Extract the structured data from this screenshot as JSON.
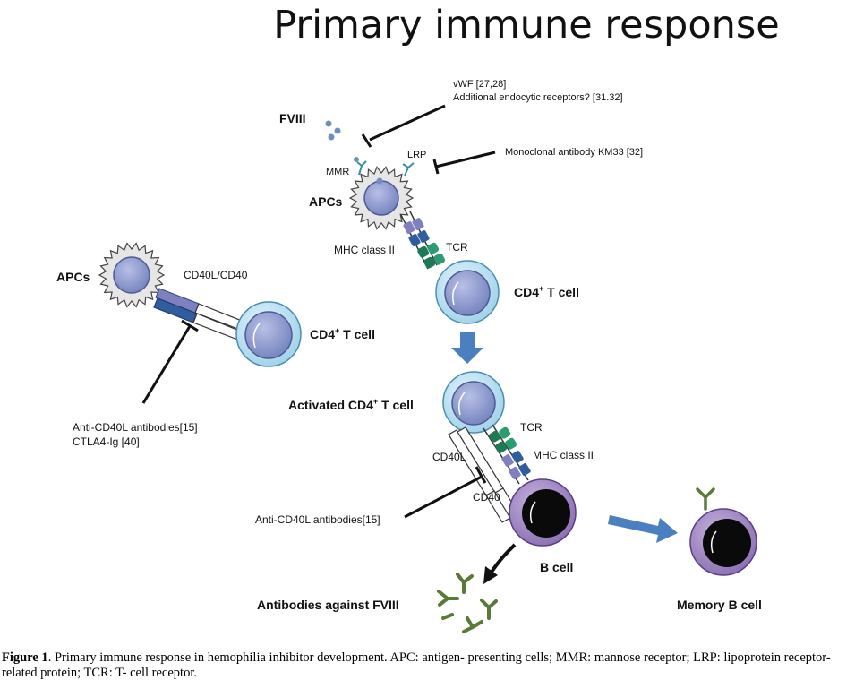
{
  "title": "Primary immune response",
  "labels": {
    "fviii": "FVIII",
    "vwf": "vWF [27,28]",
    "endocytic": "Additional endocytic receptors? [31.32]",
    "lrp": "LRP",
    "mmr": "MMR",
    "km33": "Monoclonal antibody KM33 [32]",
    "apcs_top": "APCs",
    "mhc_top": "MHC class II",
    "tcr_top": "TCR",
    "cd4_top_main": "CD4",
    "cd4_top_sup": "+",
    "cd4_top_rest": " T cell",
    "apcs_left": "APCs",
    "cd40l_cd40": "CD40L/CD40",
    "cd4_left_main": "CD4",
    "cd4_left_sup": "+",
    "cd4_left_rest": " T cell",
    "anti_cd40l_left": "Anti-CD40L antibodies[15]",
    "ctla4": "CTLA4-Ig [40]",
    "activated_main": "Activated CD4",
    "activated_sup": "+",
    "activated_rest": " T cell",
    "tcr_bottom": "TCR",
    "cd40l": "CD40L",
    "mhc_bottom": "MHC class II",
    "cd40": "CD40",
    "anti_cd40l_bottom": "Anti-CD40L antibodies[15]",
    "b_cell": "B cell",
    "memory_b": "Memory B cell",
    "antibodies": "Antibodies against FVIII"
  },
  "caption": {
    "figure": "Figure 1",
    "text": ". Primary immune response in hemophilia inhibitor development. APC: antigen- presenting cells; MMR: mannose receptor; LRP: lipoprotein receptor-related protein; TCR: T- cell receptor."
  },
  "colors": {
    "apc_fill": "#e6e6e6",
    "apc_nucleus": "#8a98cc",
    "tcell_outer": "#c2e3f2",
    "tcell_nucleus": "#8a98cc",
    "bcell_outer": "#a58fc4",
    "bcell_nucleus": "#0a0a0a",
    "arrow_blue": "#4a7fc0",
    "mhc_blue": "#2f5d9e",
    "mhc_purple": "#8080c0",
    "tcr_green": "#1d7a55",
    "receptor_teal": "#3a8fa0",
    "antibody_green": "#5a7a3a"
  }
}
